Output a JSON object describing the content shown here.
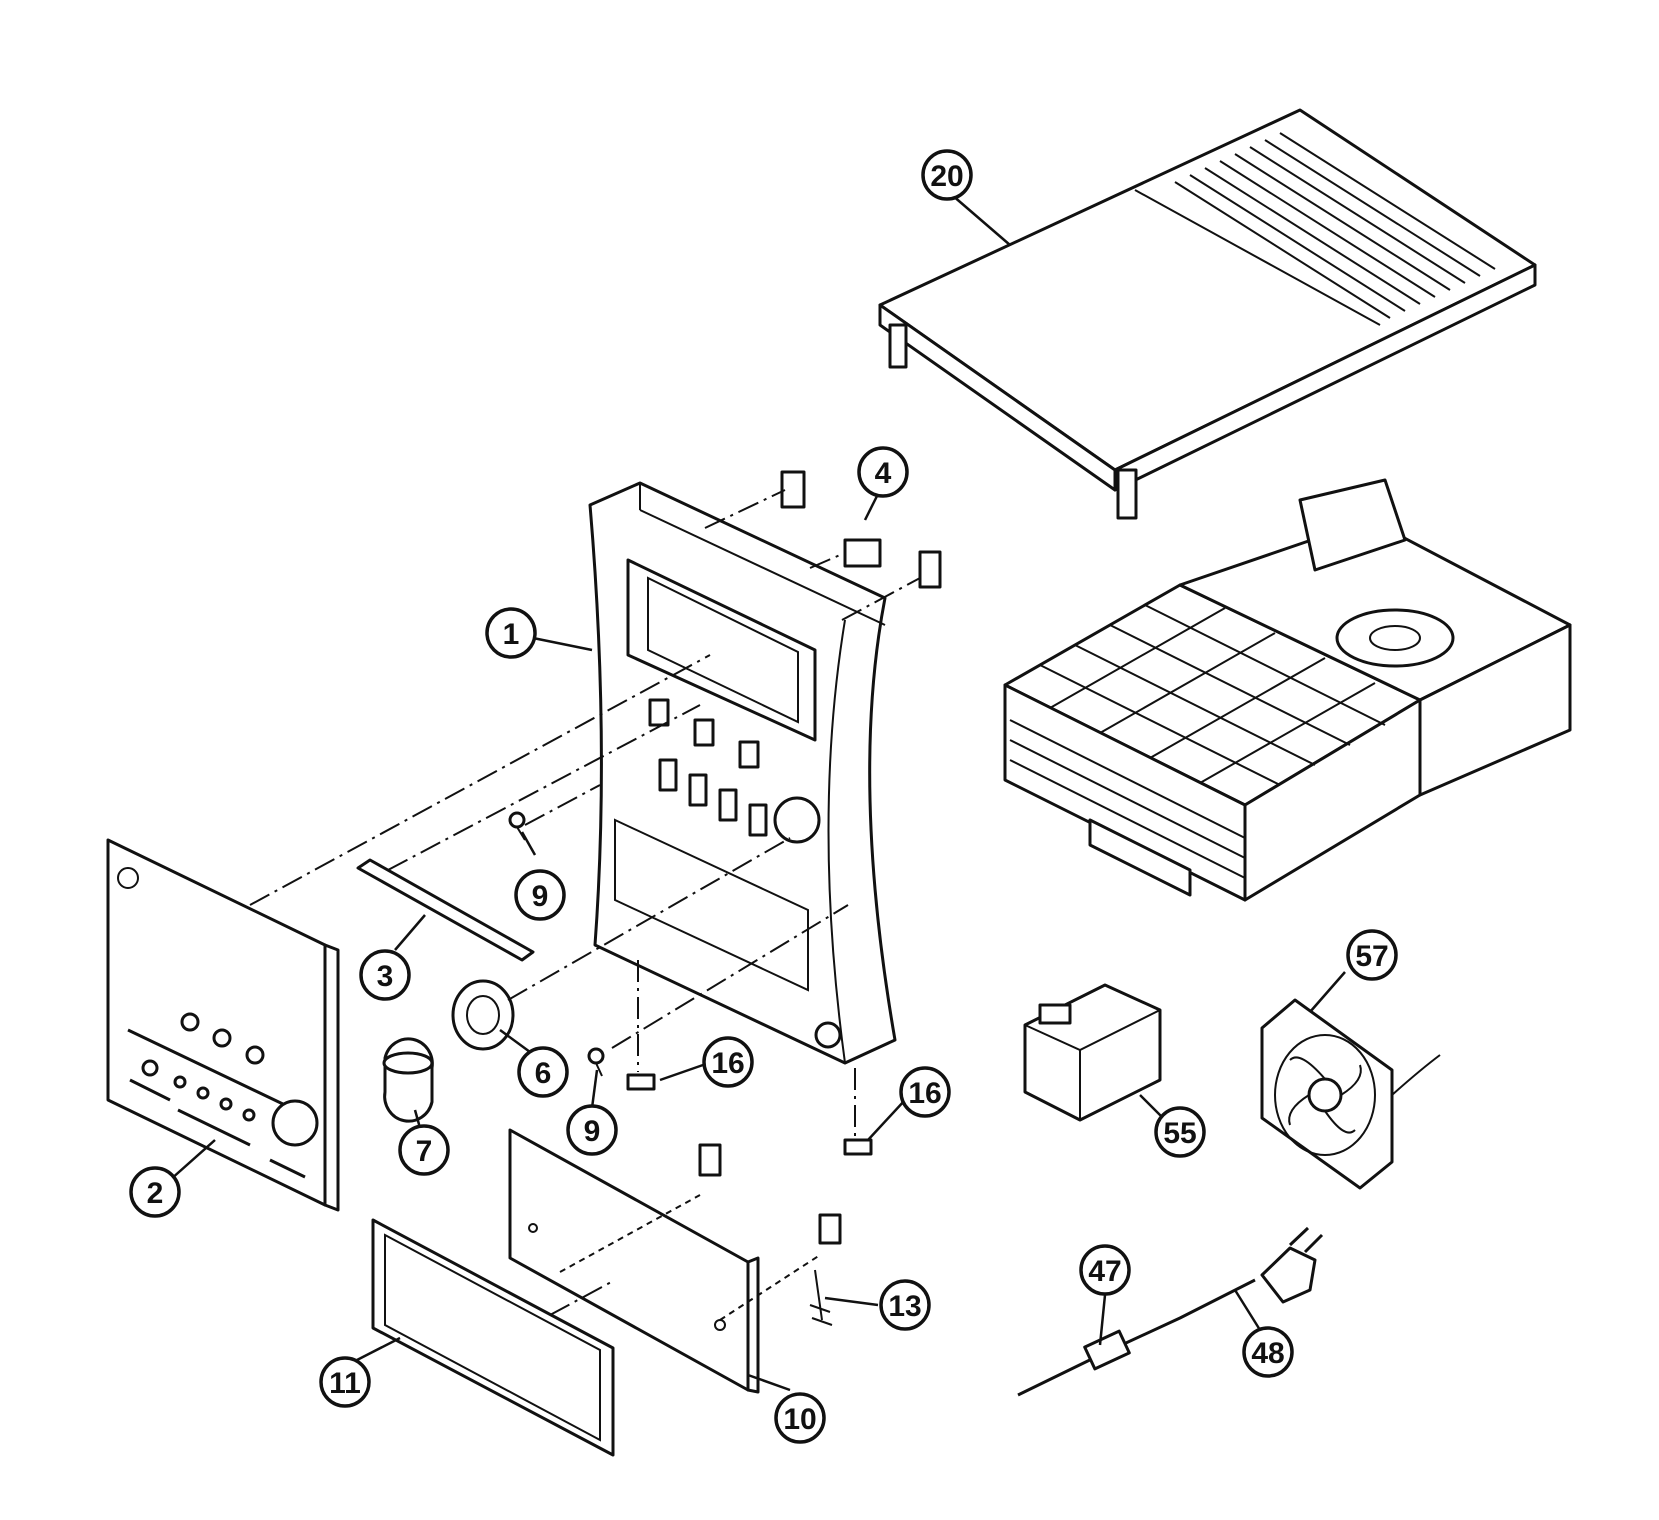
{
  "callouts": [
    {
      "id": "c1",
      "label": "1"
    },
    {
      "id": "c2",
      "label": "2"
    },
    {
      "id": "c3",
      "label": "3"
    },
    {
      "id": "c4",
      "label": "4"
    },
    {
      "id": "c6",
      "label": "6"
    },
    {
      "id": "c7",
      "label": "7"
    },
    {
      "id": "c9a",
      "label": "9"
    },
    {
      "id": "c9b",
      "label": "9"
    },
    {
      "id": "c10",
      "label": "10"
    },
    {
      "id": "c11",
      "label": "11"
    },
    {
      "id": "c13",
      "label": "13"
    },
    {
      "id": "c16a",
      "label": "16"
    },
    {
      "id": "c16b",
      "label": "16"
    },
    {
      "id": "c20",
      "label": "20"
    },
    {
      "id": "c47",
      "label": "47"
    },
    {
      "id": "c48",
      "label": "48"
    },
    {
      "id": "c55",
      "label": "55"
    },
    {
      "id": "c57",
      "label": "57"
    }
  ]
}
